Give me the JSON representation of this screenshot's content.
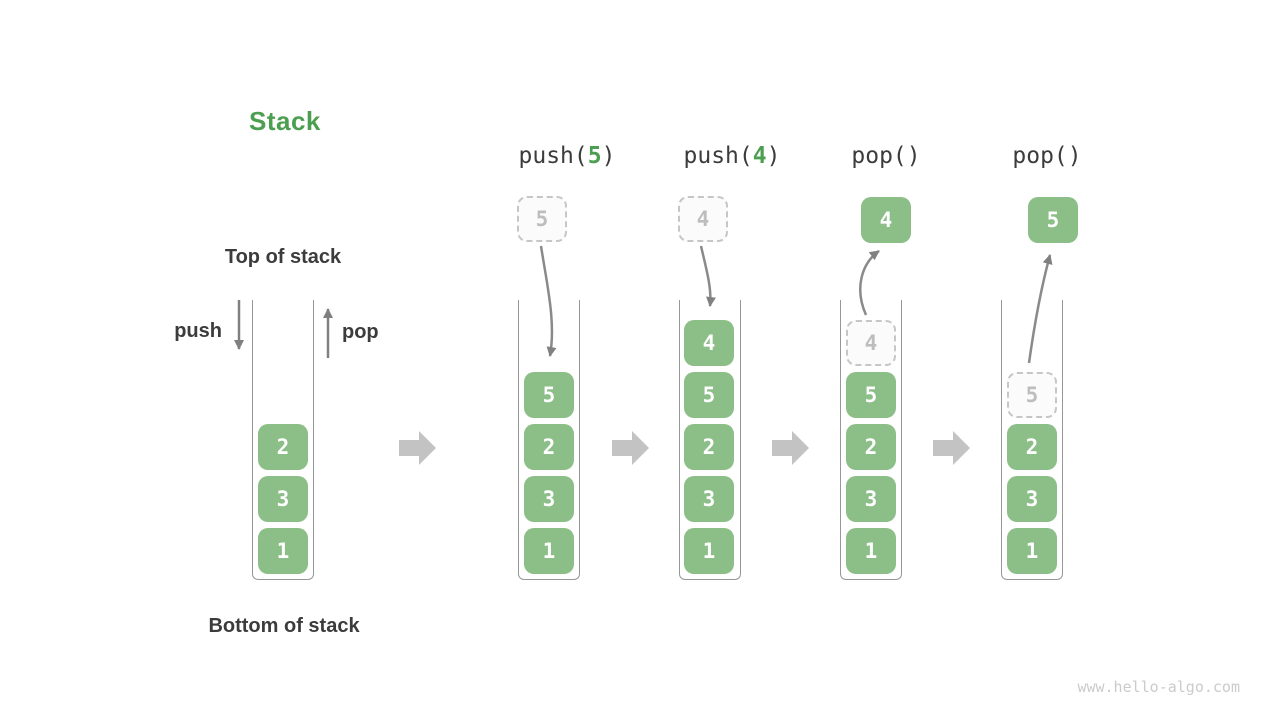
{
  "title": "Stack",
  "watermark": "www.hello-algo.com",
  "annotations": {
    "top_of_stack": "Top of stack",
    "bottom_of_stack": "Bottom of stack",
    "push": "push",
    "pop": "pop"
  },
  "colors": {
    "accent_green": "#4C9E50",
    "cell_green": "#8CBE88",
    "text_dark": "#3C3C3C",
    "thin_arrow_gray": "#808080",
    "block_arrow_gray": "#C3C3C3",
    "ghost_gray": "#BDBDBD",
    "container_border_gray": "#979797",
    "watermark_gray": "#CBCBCB"
  },
  "stages": [
    {
      "name": "initial",
      "cells": [
        "2",
        "3",
        "1"
      ]
    },
    {
      "name": "after-push-5",
      "op_prefix": "push(",
      "op_arg": "5",
      "op_suffix": ")",
      "incoming": "5",
      "cells": [
        "5",
        "2",
        "3",
        "1"
      ]
    },
    {
      "name": "after-push-4",
      "op_prefix": "push(",
      "op_arg": "4",
      "op_suffix": ")",
      "incoming": "4",
      "cells": [
        "4",
        "5",
        "2",
        "3",
        "1"
      ]
    },
    {
      "name": "after-pop-4",
      "op_prefix": "pop(",
      "op_arg": "",
      "op_suffix": ")",
      "popped": "4",
      "ghost": "4",
      "cells": [
        "5",
        "2",
        "3",
        "1"
      ]
    },
    {
      "name": "after-pop-5",
      "op_prefix": "pop(",
      "op_arg": "",
      "op_suffix": ")",
      "popped": "5",
      "ghost": "5",
      "cells": [
        "2",
        "3",
        "1"
      ]
    }
  ]
}
